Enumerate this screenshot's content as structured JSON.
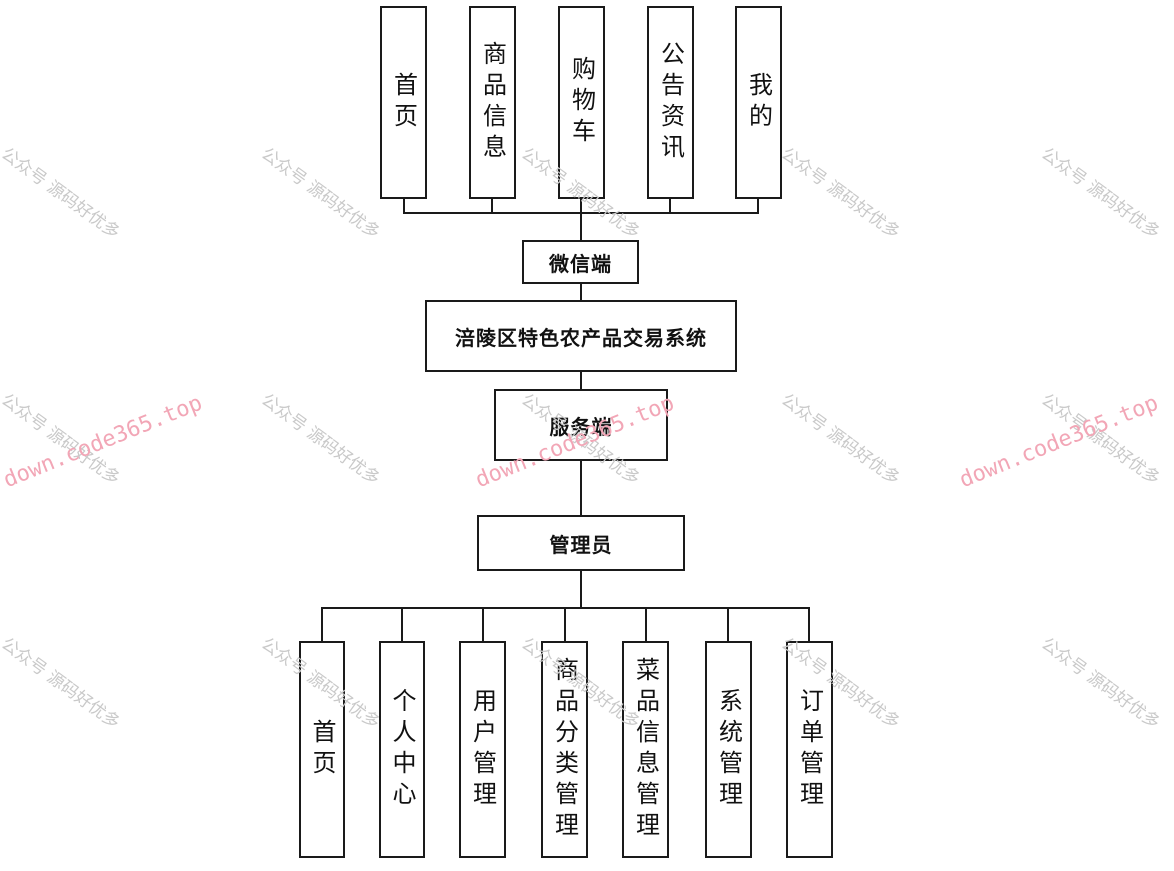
{
  "diagram": {
    "wechat_pages": [
      "首页",
      "商品信息",
      "购物车",
      "公告资讯",
      "我的"
    ],
    "wechat_label": "微信端",
    "system_title": "涪陵区特色农产品交易系统",
    "server_label": "服务端",
    "admin_label": "管理员",
    "admin_modules": [
      "首页",
      "个人中心",
      "用户管理",
      "商品分类管理",
      "菜品信息管理",
      "系统管理",
      "订单管理"
    ]
  },
  "watermarks": {
    "account": "公众号 源码好优多",
    "url": "down.code365.top"
  }
}
